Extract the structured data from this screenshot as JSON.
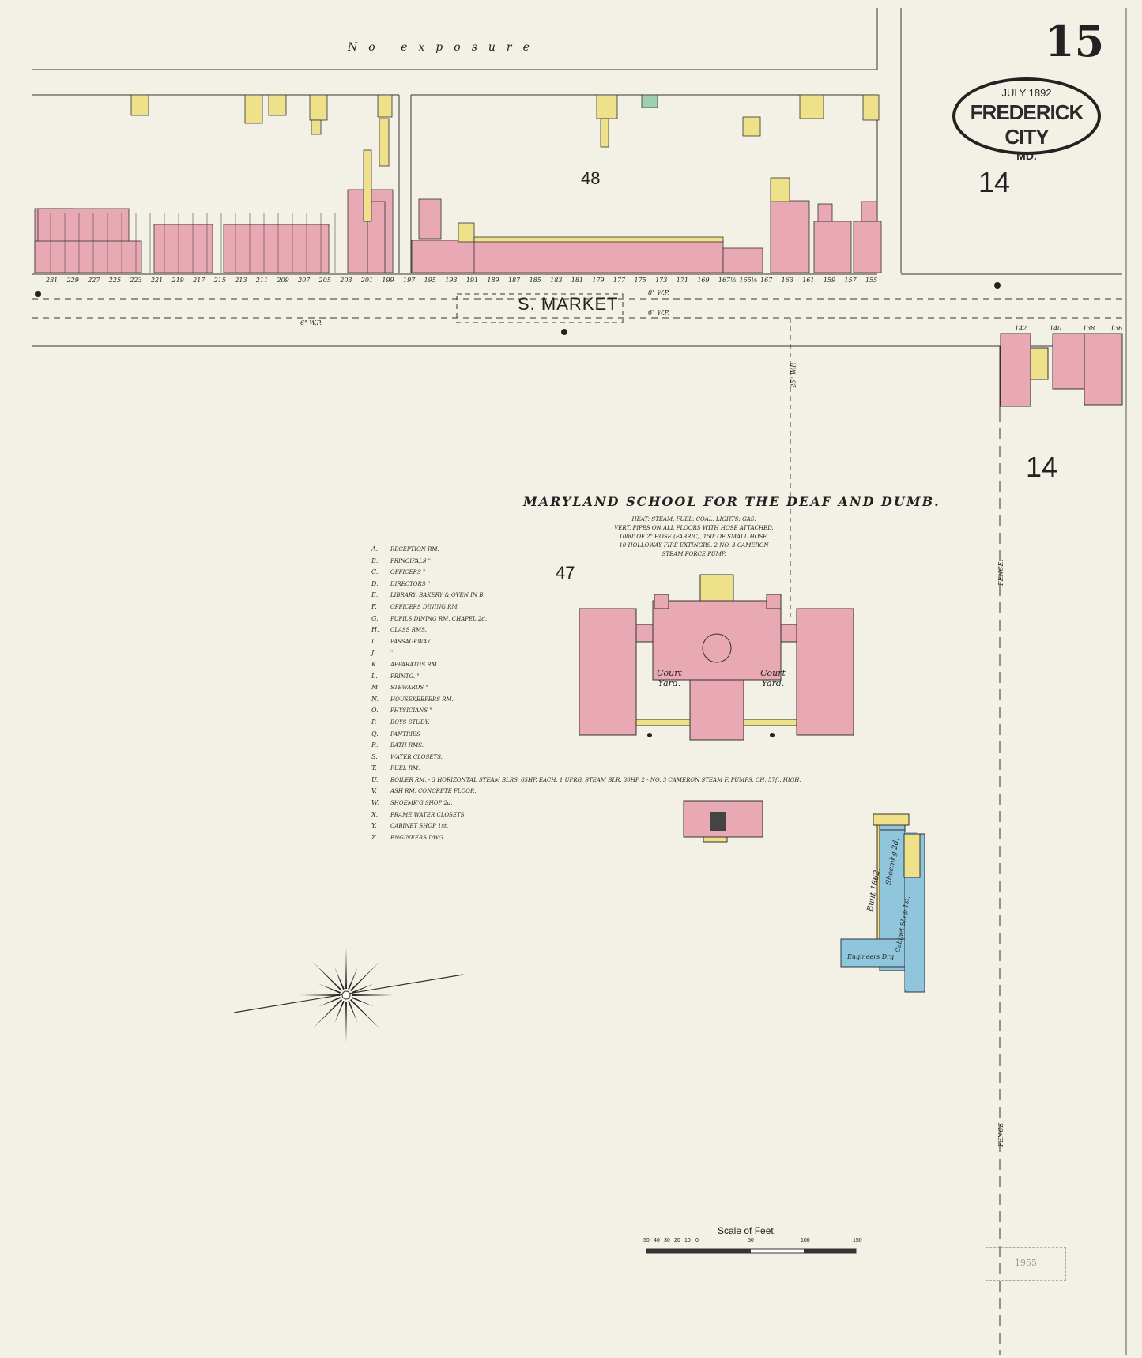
{
  "sheet": {
    "number": "15",
    "date": "JULY 1892",
    "city": "FREDERICK CITY",
    "state": "MD.",
    "exposure_note": "No exposure"
  },
  "streets": {
    "main": "S. MARKET"
  },
  "blocks": {
    "north": "48",
    "south": "47",
    "adjacent_top": "14",
    "adjacent_right": "14"
  },
  "north_block_addresses": [
    "231",
    "229",
    "227",
    "225",
    "223",
    "221",
    "219",
    "217",
    "215",
    "213",
    "211",
    "209",
    "207",
    "205",
    "203",
    "201",
    "199",
    "197",
    "195",
    "193",
    "191",
    "189",
    "187",
    "185",
    "183",
    "181",
    "179",
    "177",
    "175",
    "173",
    "171",
    "169",
    "167½",
    "165½",
    "167",
    "163",
    "161",
    "159",
    "157",
    "155"
  ],
  "south_block_addresses": [
    "142",
    "140",
    "138",
    "136"
  ],
  "institution": {
    "name": "MARYLAND SCHOOL FOR THE DEAF AND DUMB.",
    "notes": [
      "HEAT: STEAM.   FUEL: COAL.   LIGHTS: GAS.",
      "VERT. PIPES ON ALL FLOORS WITH HOSE ATTACHED.",
      "1000' OF 2\" HOSE (FABRIC), 150' OF SMALL HOSE.",
      "10 HOLLOWAY FIRE EXTINGRS. 2 NO. 3 CAMERON",
      "STEAM FORCE PUMP."
    ],
    "court_labels": [
      "Court Yard.",
      "Court Yard."
    ],
    "shop_labels": [
      "Built 1862.",
      "Shoemkg 2d.",
      "Cabinet Shop 1st.",
      "Engineers Drg."
    ]
  },
  "legend": [
    {
      "key": "A.",
      "text": "RECEPTION RM."
    },
    {
      "key": "B.",
      "text": "PRINCIPALS \""
    },
    {
      "key": "C.",
      "text": "OFFICERS \""
    },
    {
      "key": "D.",
      "text": "DIRECTORS \""
    },
    {
      "key": "E.",
      "text": "LIBRARY, BAKERY & OVEN IN B."
    },
    {
      "key": "F.",
      "text": "OFFICERS DINING RM."
    },
    {
      "key": "G.",
      "text": "PUPILS DINING RM. CHAPEL 2d."
    },
    {
      "key": "H.",
      "text": "CLASS RMS."
    },
    {
      "key": "I.",
      "text": "PASSAGEWAY."
    },
    {
      "key": "J.",
      "text": "\""
    },
    {
      "key": "K.",
      "text": "APPARATUS RM."
    },
    {
      "key": "L.",
      "text": "PRINTG. \""
    },
    {
      "key": "M.",
      "text": "STEWARDS \""
    },
    {
      "key": "N.",
      "text": "HOUSEKEEPERS RM."
    },
    {
      "key": "O.",
      "text": "PHYSICIANS \""
    },
    {
      "key": "P.",
      "text": "BOYS STUDY."
    },
    {
      "key": "Q.",
      "text": "PANTRIES"
    },
    {
      "key": "R.",
      "text": "BATH RMS."
    },
    {
      "key": "S.",
      "text": "WATER CLOSETS."
    },
    {
      "key": "T.",
      "text": "FUEL RM."
    },
    {
      "key": "U.",
      "text": "BOILER RM. - 3 HORIZONTAL STEAM BLRS. 65HP. EACH. 1 UPRG. STEAM BLR. 30HP. 2 - NO. 3 CAMERON STEAM F. PUMPS. CH. 57ft. HIGH."
    },
    {
      "key": "V.",
      "text": "ASH RM. CONCRETE FLOOR."
    },
    {
      "key": "W.",
      "text": "SHOEMK'G SHOP 2d."
    },
    {
      "key": "X.",
      "text": "FRAME WATER CLOSETS."
    },
    {
      "key": "Y.",
      "text": "CABINET SHOP 1st."
    },
    {
      "key": "Z.",
      "text": "ENGINEERS DWG."
    }
  ],
  "scale": {
    "title": "Scale of Feet.",
    "ticks": [
      "50",
      "40",
      "30",
      "20",
      "10",
      "0",
      "50",
      "100",
      "150"
    ]
  },
  "misc": {
    "fence": "FENCE.",
    "water_main_8": "8\" W.P.",
    "water_main_6": "6\" W.P.",
    "water_main_25": "25\" W.P.",
    "stamp": "1955"
  },
  "colors": {
    "brick": "#e8a9b4",
    "frame": "#efe08a",
    "stone": "#8fc6dc",
    "paper": "#f3f0e6",
    "ink": "#222222"
  }
}
